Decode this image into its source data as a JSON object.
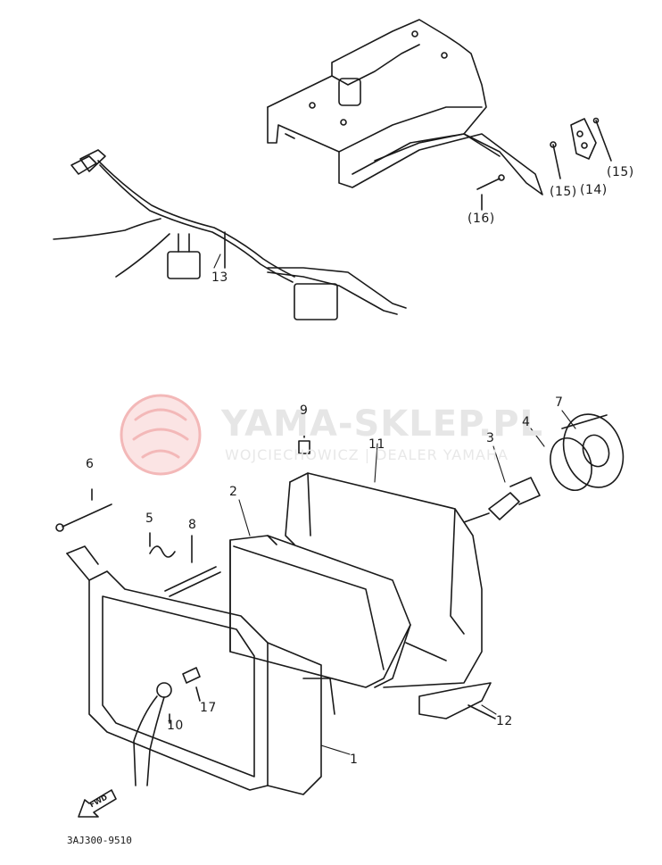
{
  "watermark": {
    "name": "YAMA-SKLEP.PL",
    "subtitle": "WOJCIECHOWICZ | DEALER YAMAHA",
    "logo_color": "#f3b8b8"
  },
  "parts": {
    "p1": "1",
    "p2": "2",
    "p3": "3",
    "p4": "4",
    "p5": "5",
    "p6": "6",
    "p7": "7",
    "p8": "8",
    "p9": "9",
    "p10": "10",
    "p11": "11",
    "p12": "12",
    "p13": "13",
    "p14": "(14)",
    "p15a": "(15)",
    "p15b": "(15)",
    "p16": "(16)",
    "p17": "17"
  },
  "fwd_label": "FWD",
  "diagram_code": "3AJ300-9510",
  "line_color": "#1a1a1a"
}
